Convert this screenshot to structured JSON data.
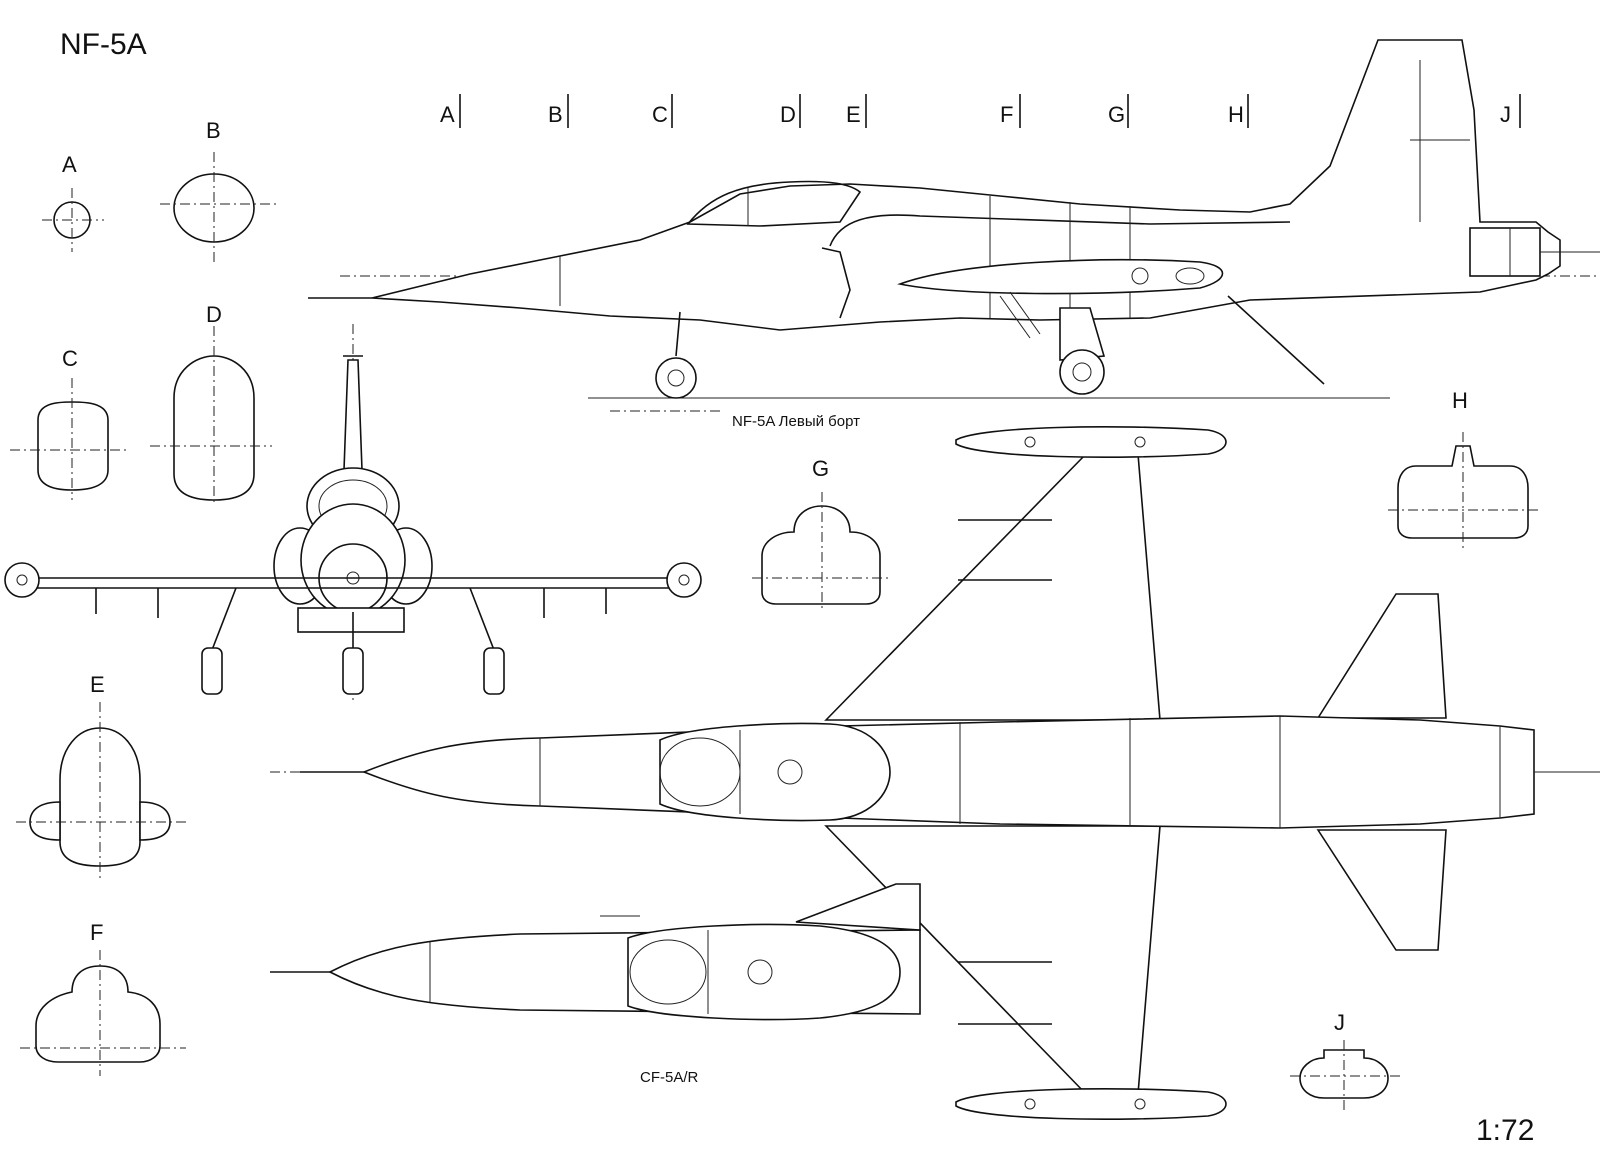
{
  "title": "NF-5A",
  "scale": "1:72",
  "captions": {
    "side_view": "NF-5A Левый борт",
    "cf_variant": "CF-5A/R"
  },
  "station_markers": [
    "A",
    "B",
    "C",
    "D",
    "E",
    "F",
    "G",
    "H",
    "J"
  ],
  "section_labels": {
    "a": "A",
    "b": "B",
    "c": "C",
    "d": "D",
    "e": "E",
    "f": "F",
    "g": "G",
    "h": "H",
    "j": "J"
  }
}
